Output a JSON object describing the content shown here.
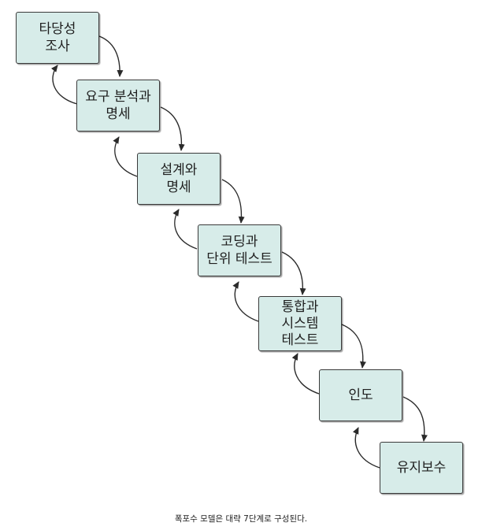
{
  "diagram": {
    "stages": [
      {
        "lines": [
          "타당성",
          "조사"
        ]
      },
      {
        "lines": [
          "요구 분석과",
          "명세"
        ]
      },
      {
        "lines": [
          "설계와",
          "명세"
        ]
      },
      {
        "lines": [
          "코딩과",
          "단위 테스트"
        ]
      },
      {
        "lines": [
          "통합과",
          "시스템",
          "테스트"
        ]
      },
      {
        "lines": [
          "인도"
        ]
      },
      {
        "lines": [
          "유지보수"
        ]
      }
    ]
  },
  "caption": "폭포수 모델은 대략 7단계로 구성된다.",
  "colors": {
    "box_fill": "#d7ece9",
    "box_border": "#3a3a3a",
    "arrow": "#2a2a2a"
  }
}
